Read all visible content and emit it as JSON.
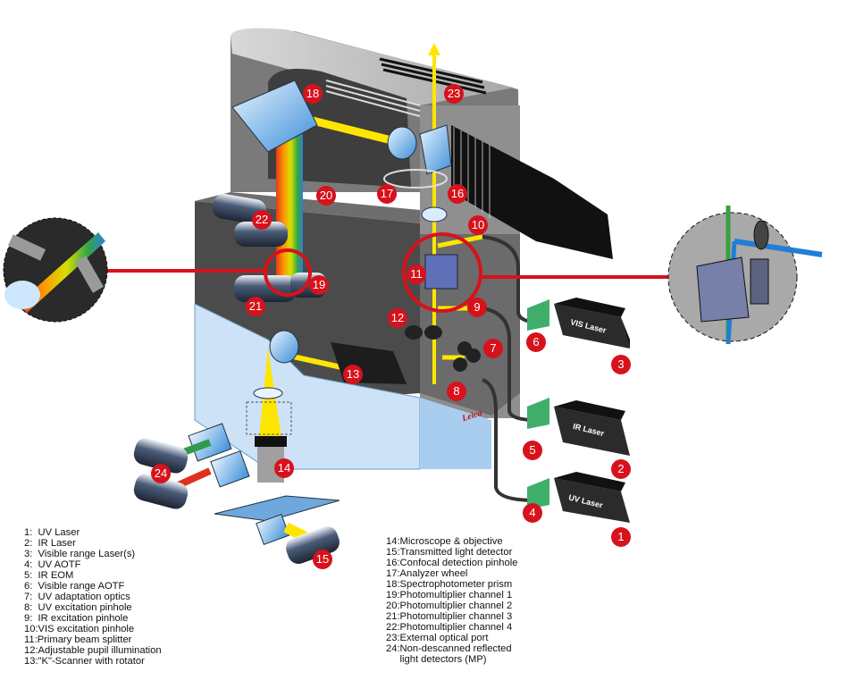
{
  "title": "Confocal laser scanning microscope schematic",
  "colors": {
    "marker": "#d7121c",
    "beam_yellow": "#ffe600",
    "body_dark": "#4a4a4a",
    "body_mid": "#7d7d7d",
    "body_light": "#bdbdbd",
    "base_blue": "#cfe3f5",
    "callout_red": "#d7121c",
    "aotf_green": "#3fae6a"
  },
  "lasers": [
    {
      "id": "3",
      "label": "VIS Laser",
      "aotf": "6"
    },
    {
      "id": "2",
      "label": "IR Laser",
      "aotf": "5"
    },
    {
      "id": "1",
      "label": "UV Laser",
      "aotf": "4"
    }
  ],
  "brand_mark": "Leica",
  "markers": [
    "1",
    "2",
    "3",
    "4",
    "5",
    "6",
    "7",
    "8",
    "9",
    "10",
    "11",
    "12",
    "13",
    "14",
    "15",
    "16",
    "17",
    "18",
    "19",
    "20",
    "21",
    "22",
    "23",
    "24"
  ],
  "legend_left": [
    "1:  UV Laser",
    "2:  IR Laser",
    "3:  Visible range Laser(s)",
    "4:  UV AOTF",
    "5:  IR EOM",
    "6:  Visible range AOTF",
    "7:  UV adaptation optics",
    "8:  UV excitation pinhole",
    "9:  IR excitation pinhole",
    "10:VIS excitation pinhole",
    "11:Primary beam splitter",
    "12:Adjustable pupil illumination",
    "13:\"K\"-Scanner with rotator"
  ],
  "legend_right": [
    "14:Microscope & objective",
    "15:Transmitted light detector",
    "16:Confocal detection pinhole",
    "17:Analyzer wheel",
    "18:Spectrophotometer prism",
    "19:Photomultiplier channel 1",
    "20:Photomultiplier channel 2",
    "21:Photomultiplier channel 3",
    "22:Photomultiplier channel 4",
    "23:External optical port",
    "24:Non-descanned reflected",
    "     light detectors (MP)"
  ]
}
